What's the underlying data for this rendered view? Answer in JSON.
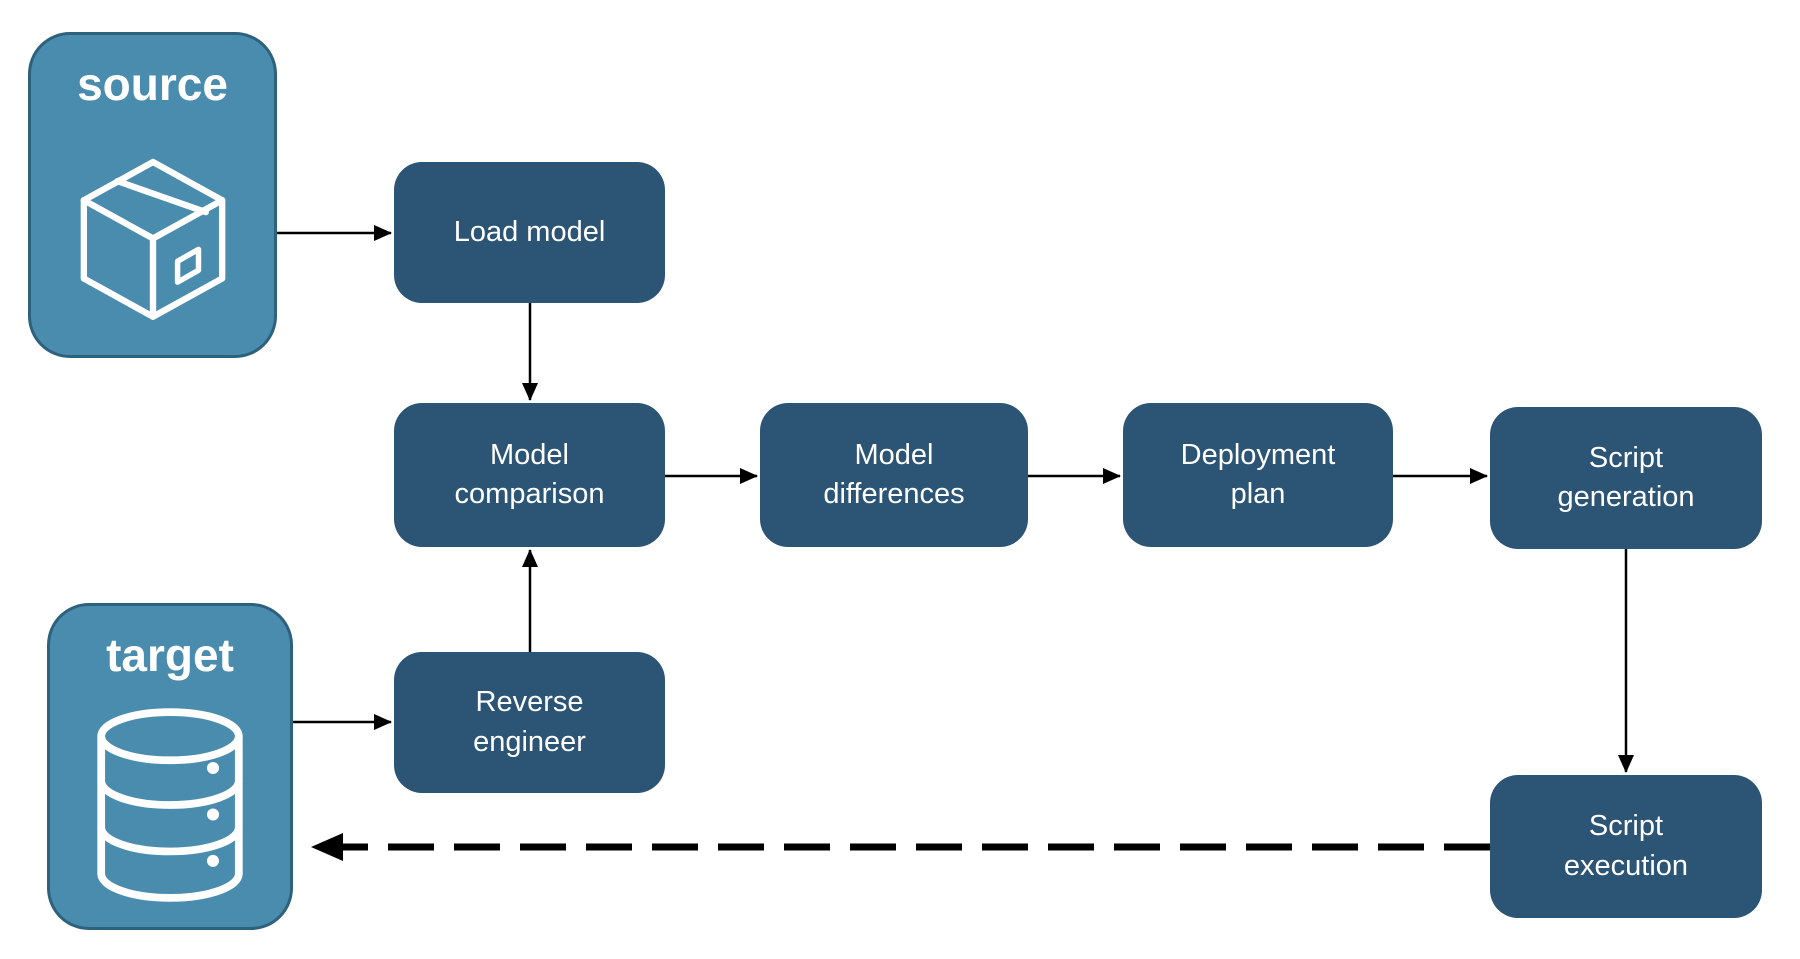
{
  "colors": {
    "step_fill": "#2B5475",
    "entity_fill": "#4A8CAE",
    "entity_border": "#2E617C",
    "text": "#FFFFFF",
    "arrow": "#000000"
  },
  "entities": {
    "source": {
      "label": "source",
      "icon": "package-icon"
    },
    "target": {
      "label": "target",
      "icon": "database-icon"
    }
  },
  "steps": {
    "load_model": {
      "label": "Load model"
    },
    "model_comparison": {
      "label": "Model comparison"
    },
    "model_differences": {
      "label": "Model differences"
    },
    "deployment_plan": {
      "label": "Deployment plan"
    },
    "script_generation": {
      "label": "Script generation"
    },
    "reverse_engineer": {
      "label": "Reverse engineer"
    },
    "script_execution": {
      "label": "Script execution"
    }
  },
  "edges": [
    {
      "from": "source",
      "to": "load_model",
      "style": "solid"
    },
    {
      "from": "load_model",
      "to": "model_comparison",
      "style": "solid"
    },
    {
      "from": "model_comparison",
      "to": "model_differences",
      "style": "solid"
    },
    {
      "from": "model_differences",
      "to": "deployment_plan",
      "style": "solid"
    },
    {
      "from": "deployment_plan",
      "to": "script_generation",
      "style": "solid"
    },
    {
      "from": "script_generation",
      "to": "script_execution",
      "style": "solid"
    },
    {
      "from": "target",
      "to": "reverse_engineer",
      "style": "solid"
    },
    {
      "from": "reverse_engineer",
      "to": "model_comparison",
      "style": "solid"
    },
    {
      "from": "script_execution",
      "to": "target",
      "style": "dashed"
    }
  ]
}
